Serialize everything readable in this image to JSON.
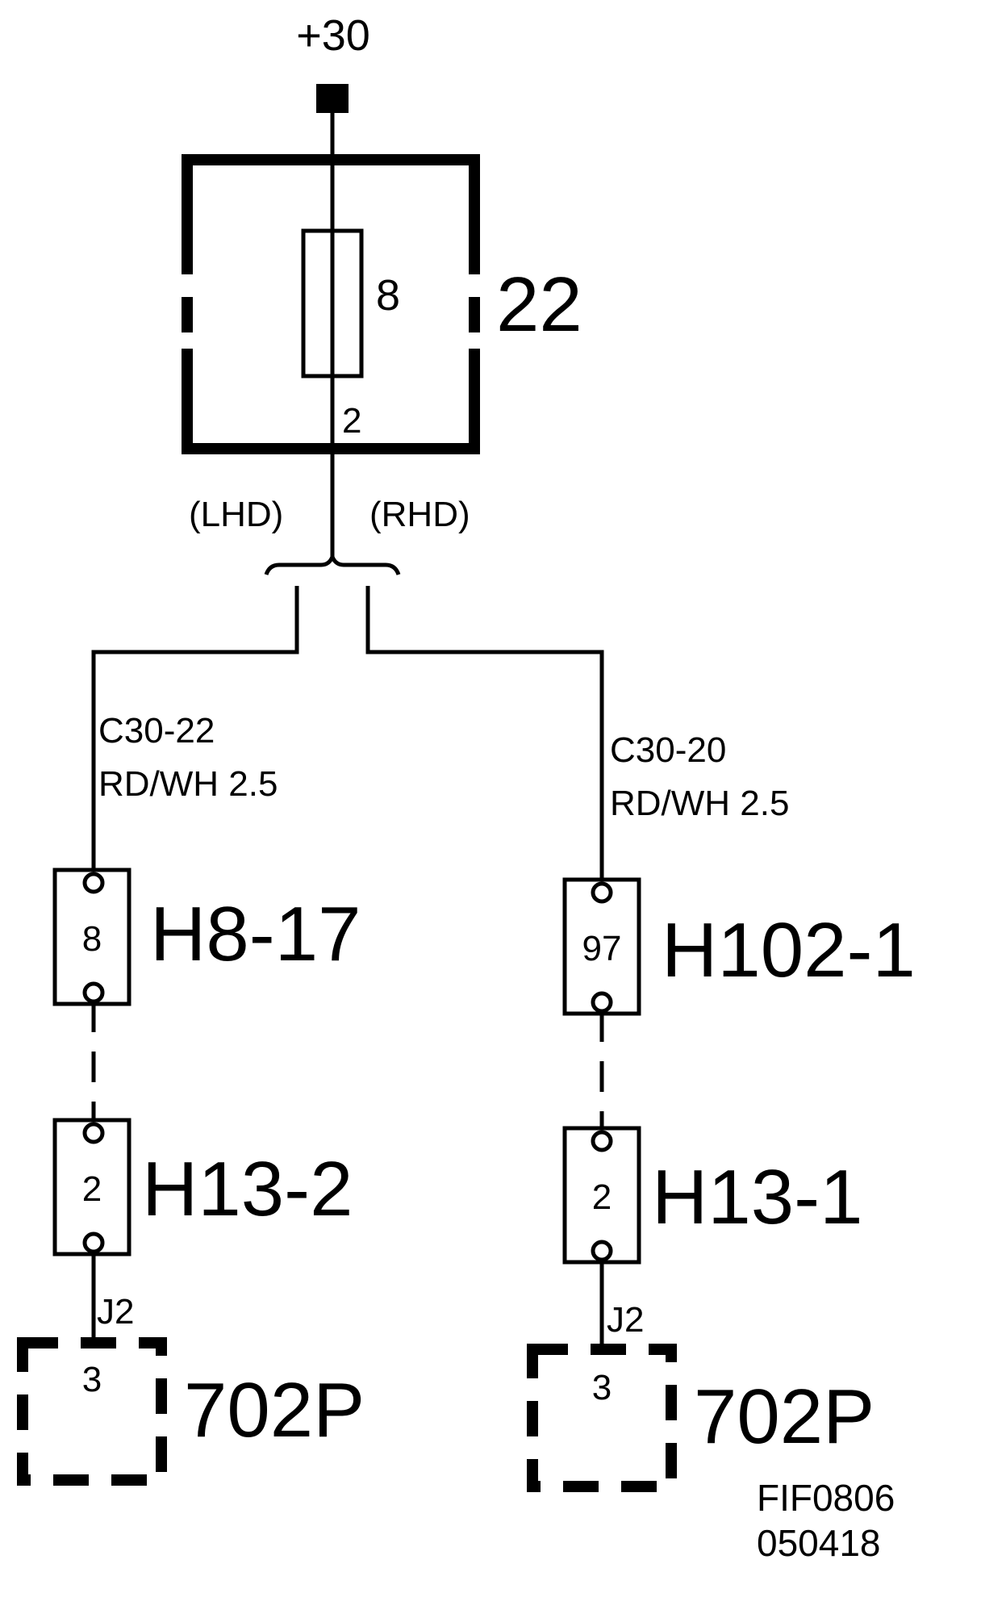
{
  "supply": {
    "label": "+30"
  },
  "fuse_box": {
    "id": "22",
    "fuse_number": "8",
    "output_pin": "2"
  },
  "branch": {
    "lhd_label": "(LHD)",
    "rhd_label": "(RHD)"
  },
  "left_path": {
    "wire_code": "C30-22",
    "wire_spec": "RD/WH  2.5",
    "connector_upper": {
      "id": "H8-17",
      "pin": "8"
    },
    "connector_lower": {
      "id": "H13-2",
      "pin": "2"
    },
    "junction_label": "J2",
    "component": {
      "id": "702P",
      "pin": "3"
    }
  },
  "right_path": {
    "wire_code": "C30-20",
    "wire_spec": "RD/WH 2.5",
    "connector_upper": {
      "id": "H102-1",
      "pin": "97"
    },
    "connector_lower": {
      "id": "H13-1",
      "pin": "2"
    },
    "junction_label": "J2",
    "component": {
      "id": "702P",
      "pin": "3"
    }
  },
  "figure_ref": {
    "code": "FIF0806",
    "date": "050418"
  }
}
